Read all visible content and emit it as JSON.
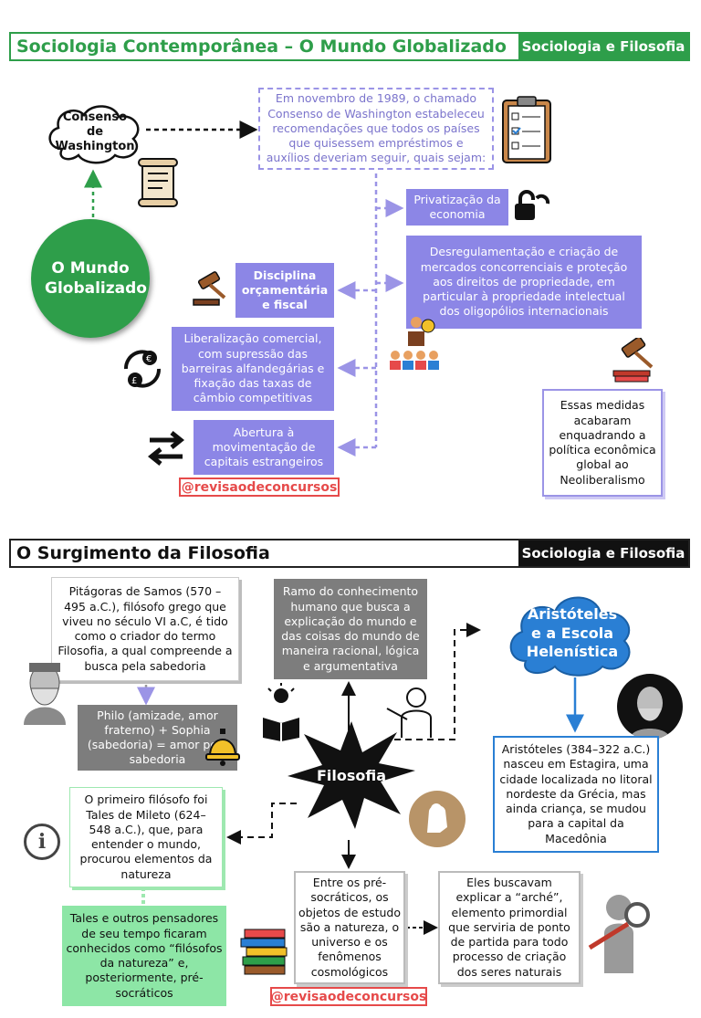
{
  "top": {
    "header": {
      "title": "Sociologia Contemporânea – O Mundo Globalizado",
      "tag": "Sociologia e Filosofia"
    },
    "cloud_text": "Consenso de Washington",
    "circle_text": "O Mundo Globalizado",
    "intro_text": "Em novembro de 1989, o chamado Consenso de Washington estabeleceu recomendações que todos os países que quisessem empréstimos e auxílios deveriam seguir, quais sejam:",
    "privatizacao": "Privatização da economia",
    "desregulamentacao": "Desregulamentação e criação de mercados concorrenciais e proteção aos direitos de propriedade, em particular à propriedade intelectual dos oligopólios internacionais",
    "disciplina": "Disciplina orçamentária e fiscal",
    "liberalizacao": "Liberalização comercial, com supressão das barreiras alfandegárias e fixação das taxas de câmbio competitivas",
    "abertura": "Abertura à movimentação de capitais estrangeiros",
    "neoliberalismo": "Essas medidas acabaram enquadrando a política econômica global ao Neoliberalismo",
    "handle": "@revisaodeconcursos"
  },
  "bottom": {
    "header": {
      "title": "O Surgimento da Filosofia",
      "tag": "Sociologia e Filosofia"
    },
    "pitagoras": "Pitágoras de Samos (570 – 495 a.C.), filósofo grego que viveu no século VI a.C, é tido como o criador do termo Filosofia, a qual compreende a busca pela sabedoria",
    "philo": "Philo (amizade, amor fraterno) + Sophia (sabedoria) = amor pela sabedoria",
    "ramo": "Ramo do conhecimento humano que busca a explicação do mundo e das coisas do mundo de maneira racional, lógica e argumentativa",
    "filosofia": "Filosofia",
    "aristoteles_cloud": "Aristóteles e a Escola Helenística",
    "aristoteles_text": "Aristóteles (384–322 a.C.) nasceu em Estagira, uma cidade localizada no litoral nordeste da Grécia, mas ainda criança, se mudou para a capital da Macedônia",
    "tales": "O primeiro filósofo foi Tales de Mileto (624–548 a.C.), que, para entender o mundo, procurou elementos da natureza",
    "tales_outros": "Tales e outros pensadores de seu tempo ficaram conhecidos como “filósofos da natureza” e, posteriormente, pré-socráticos",
    "presocraticos": "Entre os pré-socráticos, os objetos de estudo são a natureza, o universo e os fenômenos cosmológicos",
    "arche": "Eles buscavam explicar a “arché”, elemento primordial que serviria de ponto de partida para todo processo de criação dos seres naturais",
    "handle": "@revisaodeconcursos"
  },
  "colors": {
    "green": "#2e9e4a",
    "purple": "#8c86e6",
    "gray": "#7d7d7d",
    "blue": "#2a7fd4",
    "red": "#e64a4a"
  }
}
